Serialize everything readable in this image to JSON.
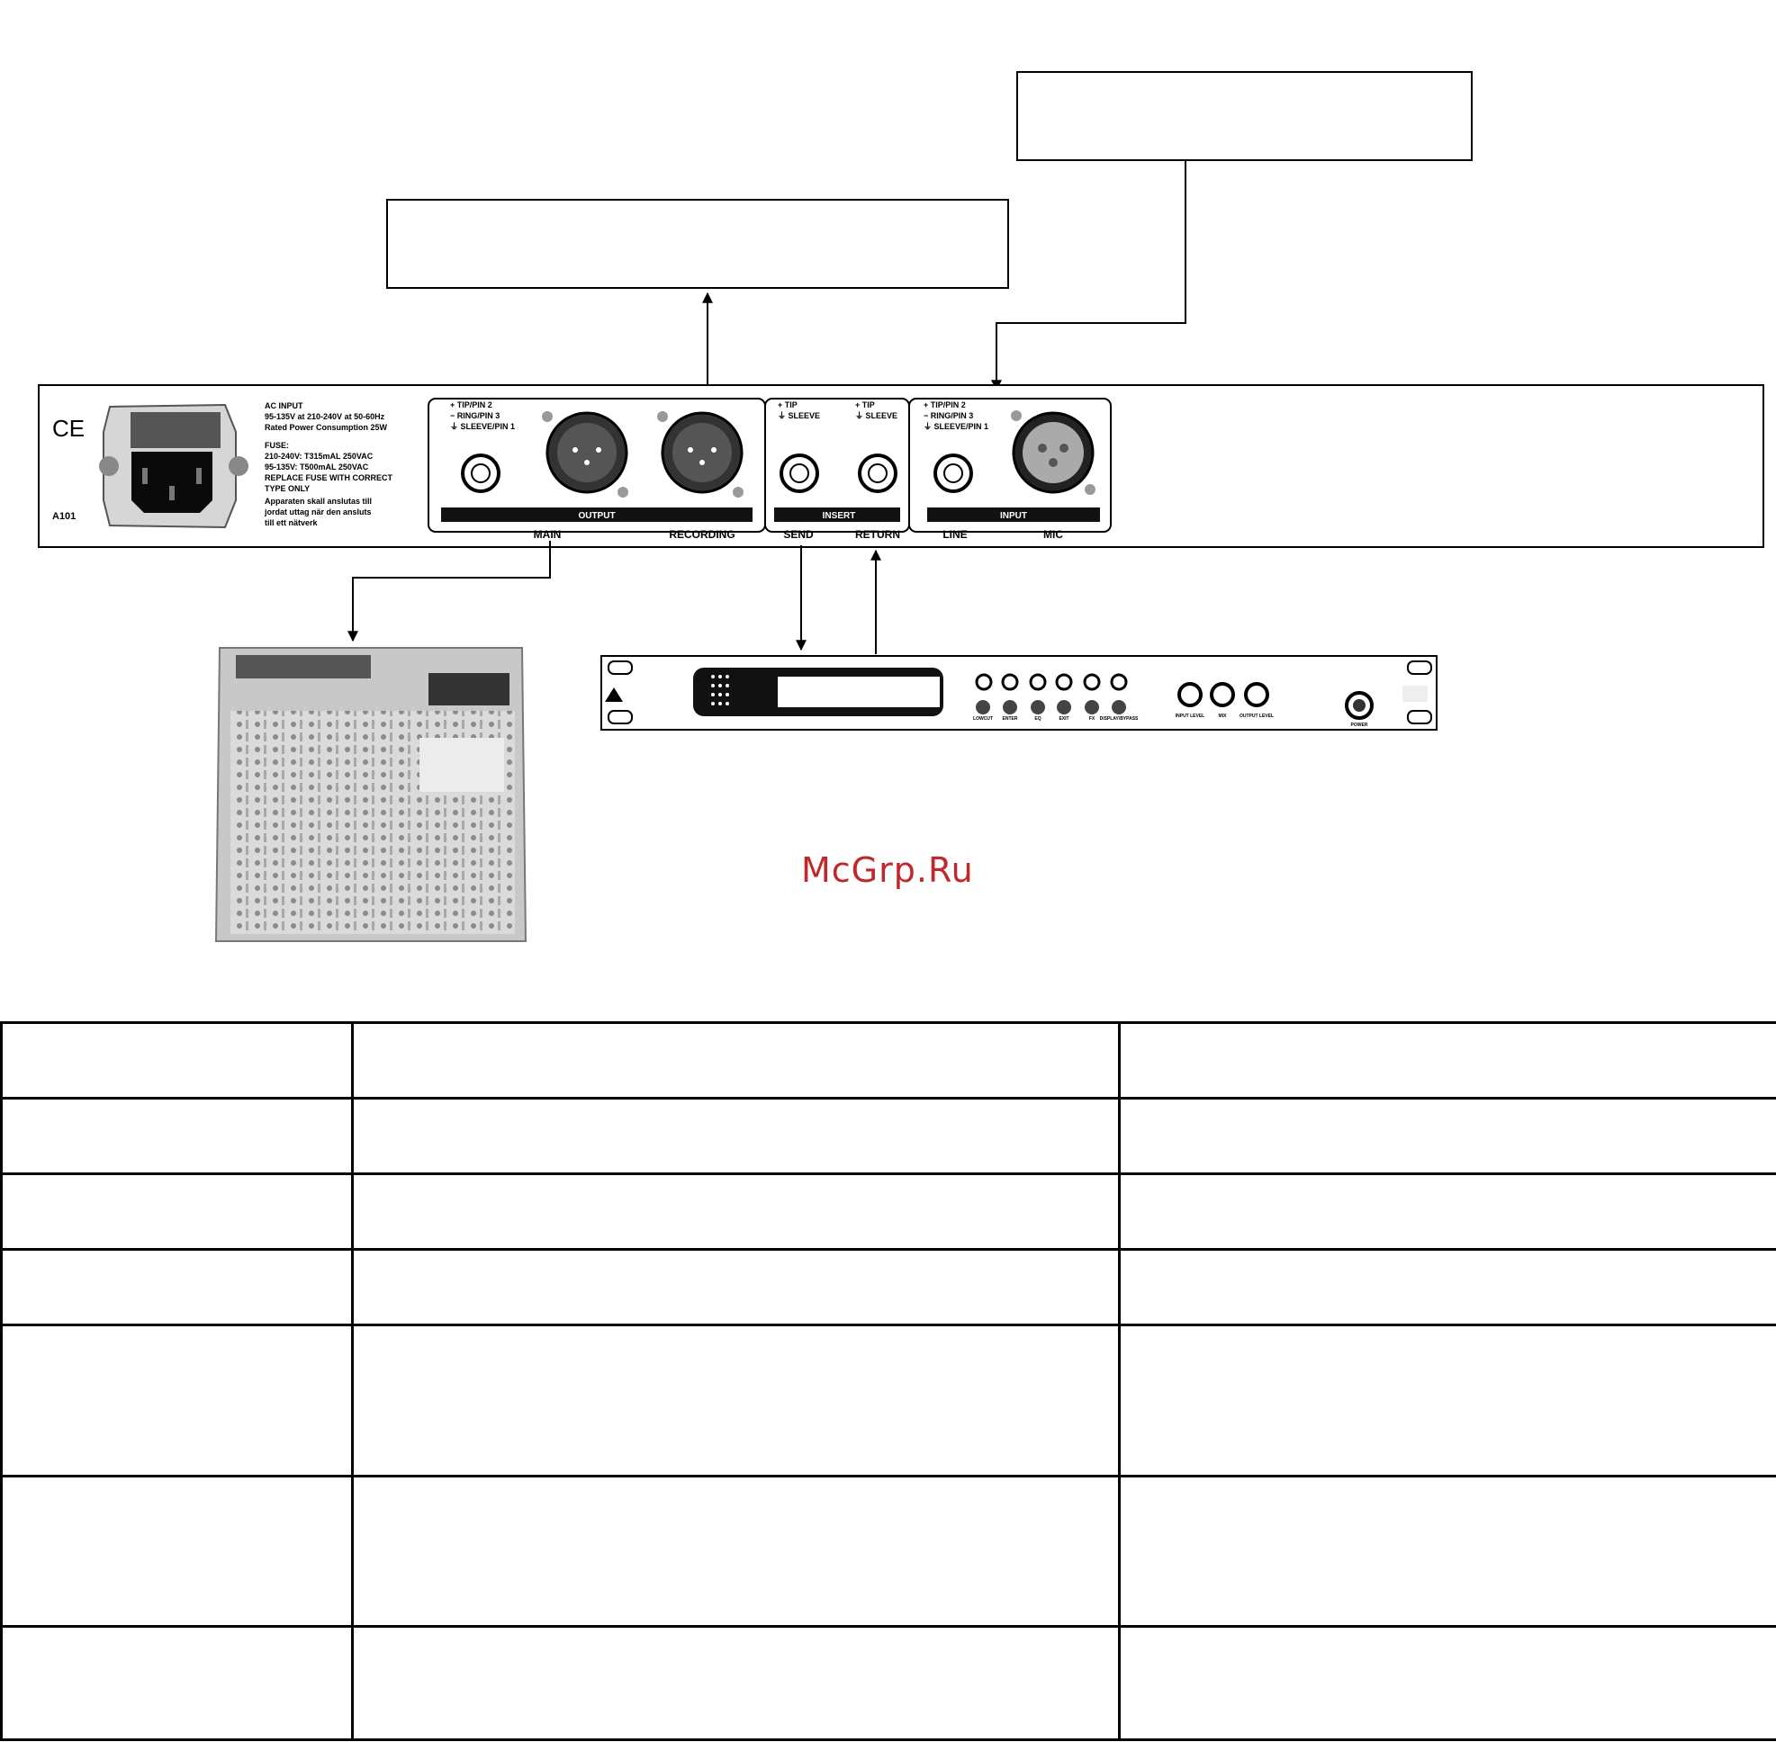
{
  "callouts": {
    "top_right": "",
    "top_center": ""
  },
  "panel": {
    "ce_mark": "CE",
    "model": "A101",
    "ac_text": [
      "AC INPUT",
      "95-135V at 210-240V at 50-60Hz",
      "Rated Power Consumption 25W"
    ],
    "fuse_text": [
      "FUSE:",
      "210-240V: T315mAL 250VAC",
      "95-135V: T500mAL 250VAC",
      "REPLACE FUSE WITH CORRECT",
      "TYPE ONLY"
    ],
    "swedish_text": [
      "Apparaten skall anslutas till",
      "jordat uttag när den ansluts",
      "till ett nätverk"
    ],
    "pin_bal": [
      "+ TIP/PIN 2",
      "− RING/PIN 3",
      "⏚ SLEEVE/PIN 1"
    ],
    "pin_unbal": [
      "+ TIP",
      "⏚ SLEEVE"
    ],
    "output_section": {
      "title": "OUTPUT",
      "left": "MAIN",
      "right": "RECORDING"
    },
    "insert_section": {
      "title": "INSERT",
      "left": "SEND",
      "right": "RETURN"
    },
    "input_section": {
      "title": "INPUT",
      "left": "LINE",
      "right": "MIC"
    }
  },
  "processor": {
    "button_labels": [
      "LOWCUT",
      "ENTER",
      "EQ",
      "EXIT",
      "FX",
      "DISPLAY/BYPASS"
    ],
    "knob_labels": [
      "INPUT LEVEL",
      "MIX",
      "OUTPUT LEVEL"
    ],
    "power_label": "POWER"
  },
  "watermark": "McGrp.Ru",
  "table": {
    "rows": [
      [
        "",
        "",
        ""
      ],
      [
        "",
        "",
        ""
      ],
      [
        "",
        "",
        ""
      ],
      [
        "",
        "",
        ""
      ],
      [
        "",
        "",
        ""
      ],
      [
        "",
        "",
        ""
      ],
      [
        "",
        "",
        ""
      ]
    ]
  }
}
